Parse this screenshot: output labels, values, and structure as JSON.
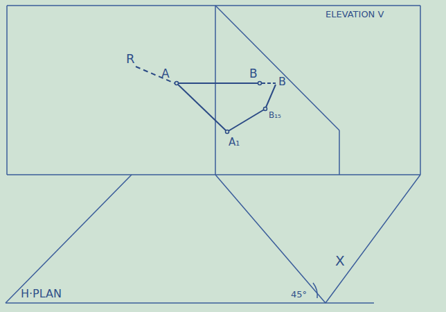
{
  "diagram": {
    "labels": [
      "ELEVATION V",
      "R",
      "A",
      "B",
      "B",
      "A₁",
      "B₁₅",
      "X",
      "45°",
      "H·PLAN"
    ]
  }
}
